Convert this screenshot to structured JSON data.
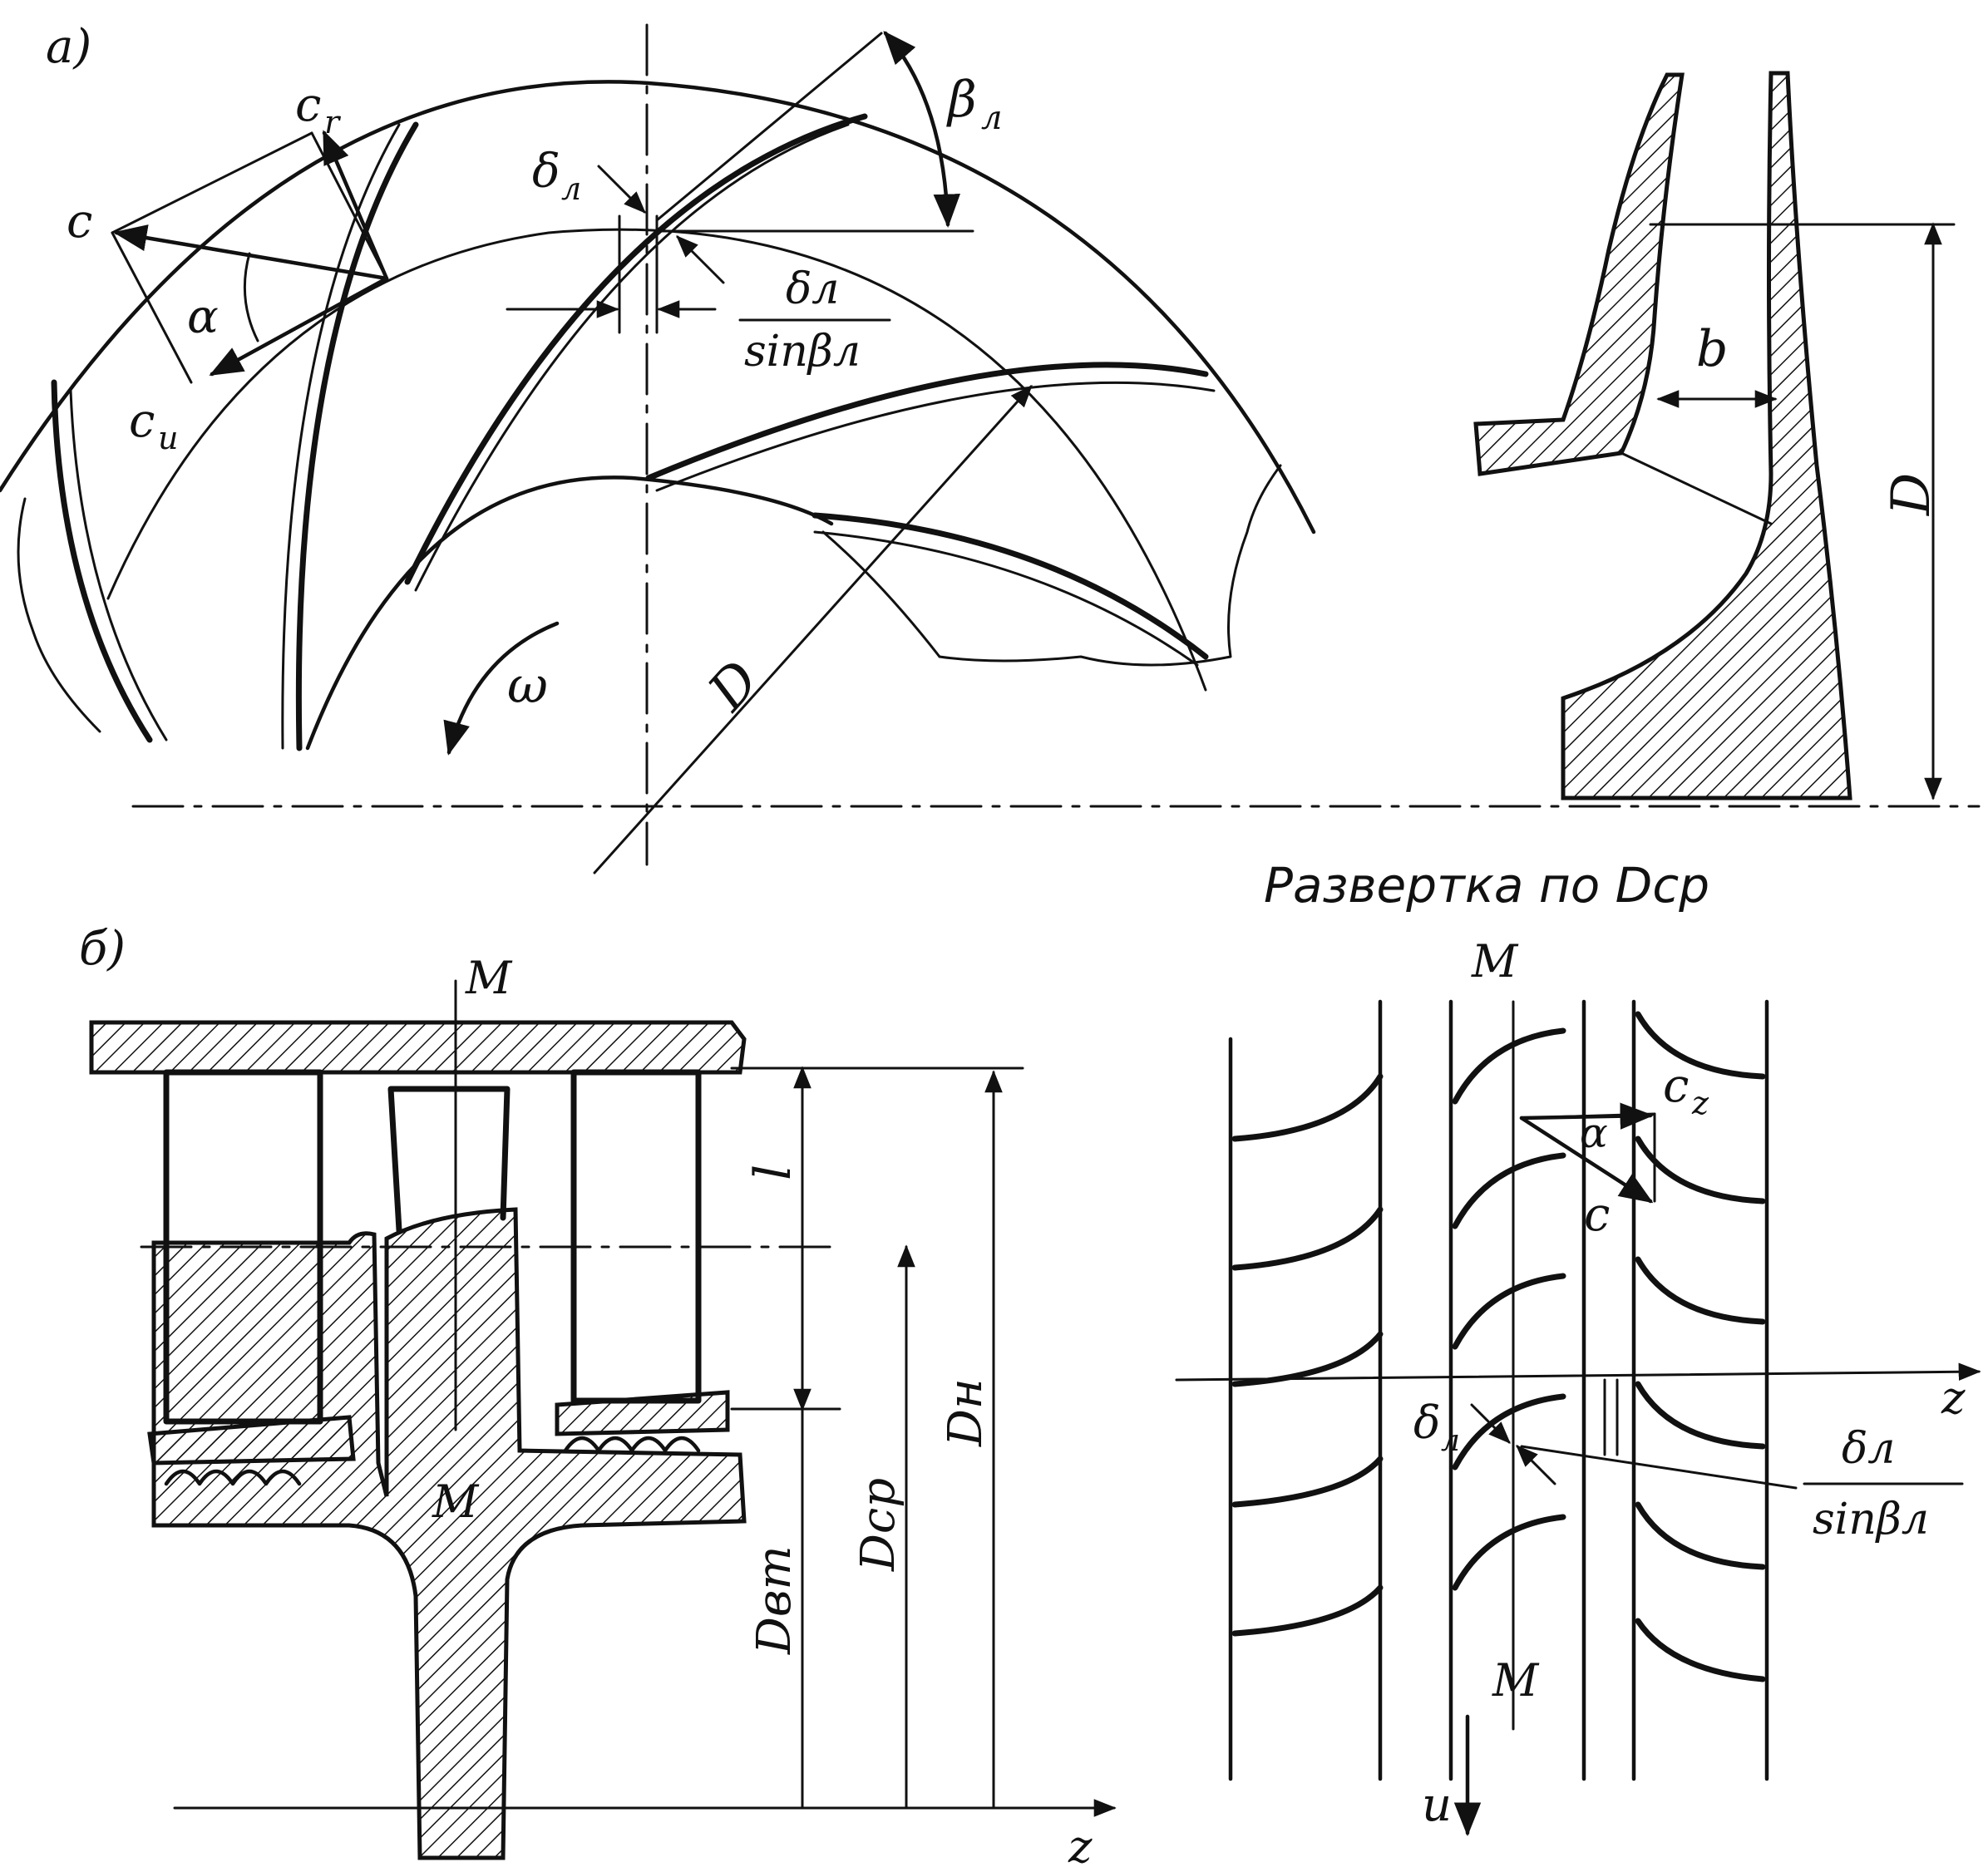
{
  "labels": {
    "panel_a": "а)",
    "panel_b": "б)",
    "c": "c",
    "c_r": "c",
    "c_r_sub": "r",
    "c_u": "c",
    "c_u_sub": "u",
    "alpha": "α",
    "beta": "β",
    "beta_sub": "л",
    "delta": "δ",
    "delta_sub": "л",
    "frac_num": "δл",
    "frac_den": "sinβл",
    "omega": "ω",
    "D_a": "D",
    "b": "b",
    "D_side": "D",
    "razvertka": "Развертка по Dср",
    "M_top": "M",
    "M_mid": "M",
    "l": "l",
    "D_vt": "Dвт",
    "D_sr": "Dср",
    "D_n": "Dн",
    "z_b": "z",
    "M_dev_top": "M",
    "M_dev_bot": "M",
    "c_z": "c",
    "c_z_sub": "z",
    "alpha_dev": "α",
    "c_dev": "c",
    "z_dev": "z",
    "delta_dev": "δ",
    "delta_dev_sub": "л",
    "frac_dev_num": "δл",
    "frac_dev_den": "sinβл",
    "u": "u"
  }
}
